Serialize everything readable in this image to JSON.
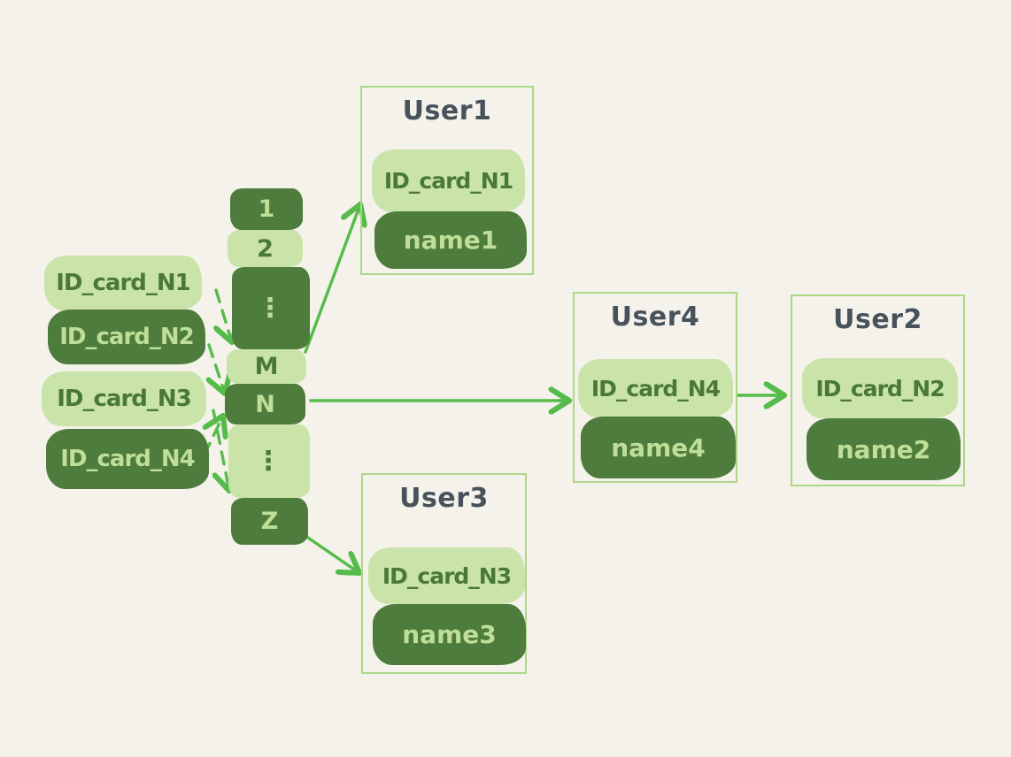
{
  "colors": {
    "background": "#f4f2ea",
    "pill_dark_green": "#4e7c3d",
    "pill_light_green": "#c9e3a9",
    "text_on_dark": "#bfdf98",
    "text_on_light": "#4a7839",
    "user_box_border": "#aed688",
    "user_title_text": "#47525b",
    "arrow_green": "#55bb49"
  },
  "id_cards": [
    {
      "label": "ID_card_N1",
      "variant": "light"
    },
    {
      "label": "ID_card_N2",
      "variant": "dark"
    },
    {
      "label": "ID_card_N3",
      "variant": "light"
    },
    {
      "label": "ID_card_N4",
      "variant": "dark"
    }
  ],
  "hash_buckets": [
    {
      "label": "1",
      "variant": "dark"
    },
    {
      "label": "2",
      "variant": "light"
    },
    {
      "label": "⋮",
      "variant": "dark"
    },
    {
      "label": "M",
      "variant": "light"
    },
    {
      "label": "N",
      "variant": "dark"
    },
    {
      "label": "⋮",
      "variant": "light"
    },
    {
      "label": "Z",
      "variant": "dark"
    }
  ],
  "users": [
    {
      "title": "User1",
      "id_card": "ID_card_N1",
      "name": "name1"
    },
    {
      "title": "User4",
      "id_card": "ID_card_N4",
      "name": "name4"
    },
    {
      "title": "User2",
      "id_card": "ID_card_N2",
      "name": "name2"
    },
    {
      "title": "User3",
      "id_card": "ID_card_N3",
      "name": "name3"
    }
  ],
  "edges": [
    {
      "from": "ID_card_N1",
      "to": "bucket-M",
      "style": "dashed"
    },
    {
      "from": "ID_card_N2",
      "to": "bucket-N",
      "style": "dashed"
    },
    {
      "from": "ID_card_N3",
      "to": "bucket-Z",
      "style": "dashed"
    },
    {
      "from": "ID_card_N4",
      "to": "bucket-N",
      "style": "dashed"
    },
    {
      "from": "bucket-M",
      "to": "User1",
      "style": "solid"
    },
    {
      "from": "bucket-N",
      "to": "User4",
      "style": "solid"
    },
    {
      "from": "bucket-Z",
      "to": "User3",
      "style": "solid"
    },
    {
      "from": "User4",
      "to": "User2",
      "style": "solid"
    }
  ]
}
